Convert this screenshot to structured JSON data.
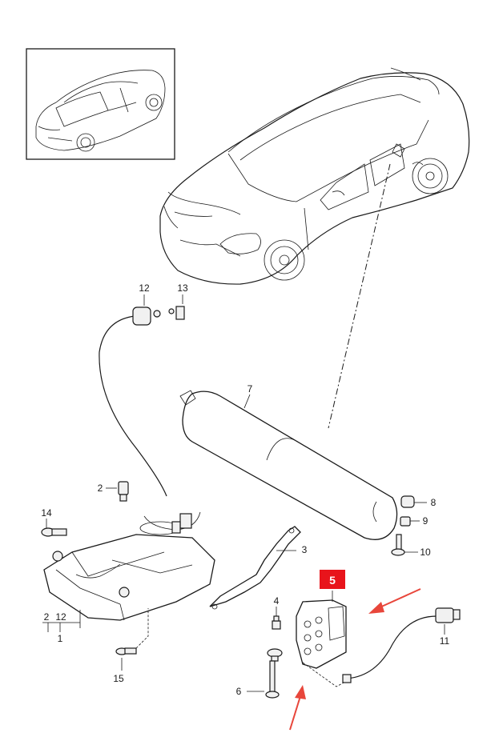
{
  "diagram": {
    "callouts": [
      {
        "id": "c1",
        "text": "1"
      },
      {
        "id": "c2",
        "text": "2"
      },
      {
        "id": "c2b",
        "text": "2"
      },
      {
        "id": "c12b",
        "text": "12"
      },
      {
        "id": "c3",
        "text": "3"
      },
      {
        "id": "c4",
        "text": "4"
      },
      {
        "id": "c5",
        "text": "5"
      },
      {
        "id": "c6",
        "text": "6"
      },
      {
        "id": "c7",
        "text": "7"
      },
      {
        "id": "c8",
        "text": "8"
      },
      {
        "id": "c9",
        "text": "9"
      },
      {
        "id": "c10",
        "text": "10"
      },
      {
        "id": "c11",
        "text": "11"
      },
      {
        "id": "c12",
        "text": "12"
      },
      {
        "id": "c13",
        "text": "13"
      },
      {
        "id": "c14",
        "text": "14"
      },
      {
        "id": "c15",
        "text": "15"
      }
    ],
    "highlight_color": "#e8141b",
    "arrow_color": "#e8463b"
  }
}
